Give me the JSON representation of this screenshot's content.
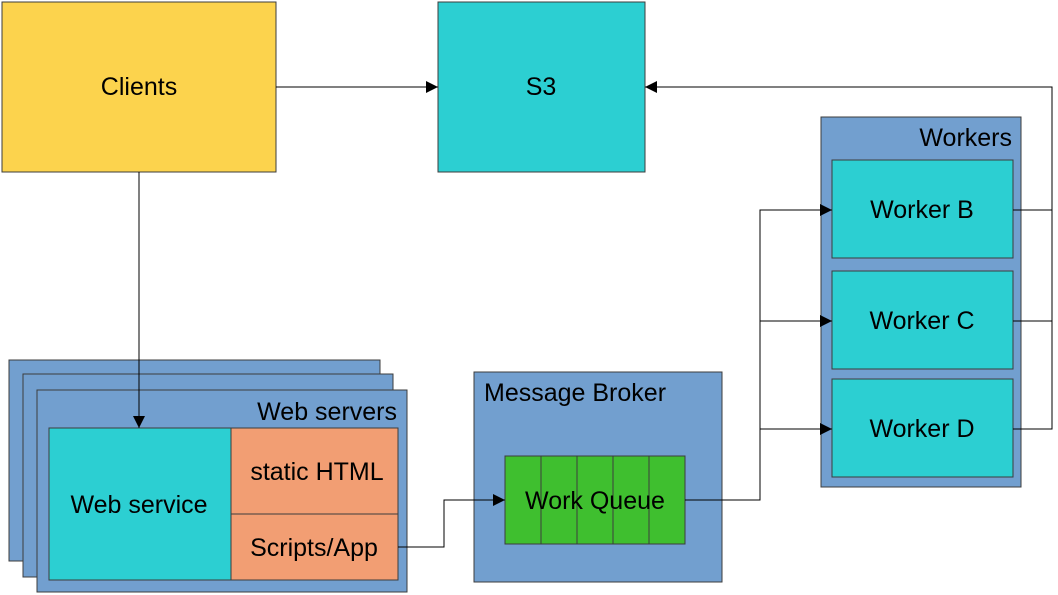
{
  "colors": {
    "clients": "#fcd34d",
    "teal": "#2ccfd2",
    "group": "#729fcf",
    "orange": "#f29e73",
    "queue": "#3fbf2f",
    "line": "#000000"
  },
  "nodes": {
    "clients": "Clients",
    "s3": "S3",
    "workers_group": "Workers",
    "worker_b": "Worker B",
    "worker_c": "Worker C",
    "worker_d": "Worker D",
    "web_servers_group": "Web servers",
    "web_service": "Web service",
    "static_html": "static HTML",
    "scripts_app": "Scripts/App",
    "message_broker_group": "Message Broker",
    "work_queue": "Work Queue"
  },
  "edges": [
    {
      "from": "Clients",
      "to": "S3"
    },
    {
      "from": "Clients",
      "to": "Web service"
    },
    {
      "from": "Scripts/App",
      "to": "Work Queue"
    },
    {
      "from": "Work Queue",
      "to": "Worker B"
    },
    {
      "from": "Work Queue",
      "to": "Worker C"
    },
    {
      "from": "Work Queue",
      "to": "Worker D"
    },
    {
      "from": "Worker B",
      "to": "S3"
    },
    {
      "from": "Worker C",
      "to": "S3"
    },
    {
      "from": "Worker D",
      "to": "S3"
    }
  ]
}
